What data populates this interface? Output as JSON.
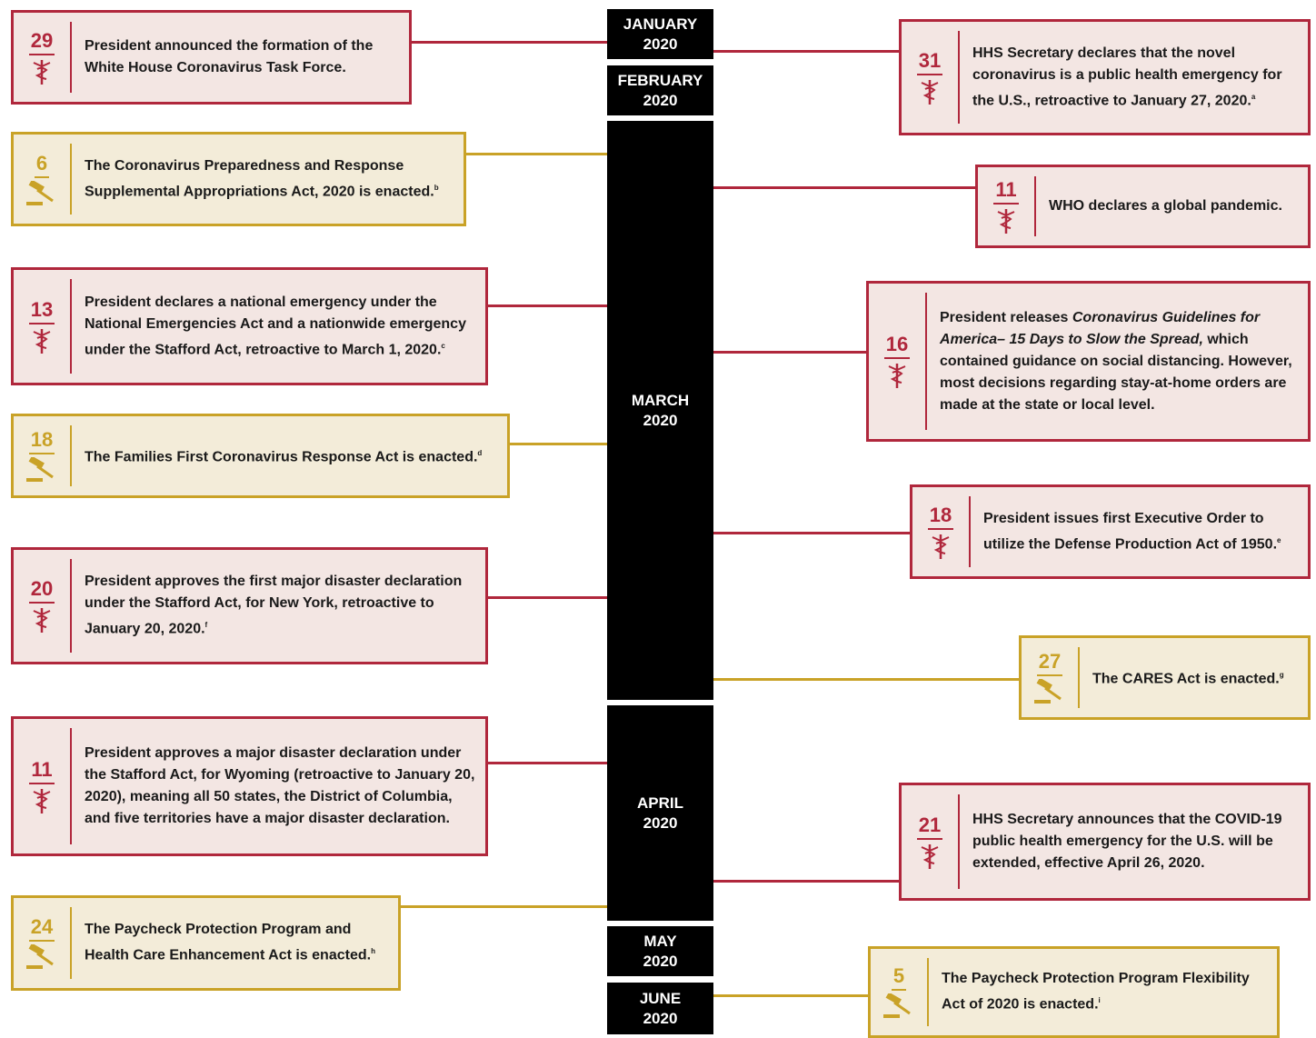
{
  "months": [
    {
      "id": "january",
      "name": "JANUARY",
      "year": "2020"
    },
    {
      "id": "february",
      "name": "FEBRUARY",
      "year": "2020"
    },
    {
      "id": "march",
      "name": "MARCH",
      "year": "2020"
    },
    {
      "id": "april",
      "name": "APRIL",
      "year": "2020"
    },
    {
      "id": "may",
      "name": "MAY",
      "year": "2020"
    },
    {
      "id": "june",
      "name": "JUNE",
      "year": "2020"
    }
  ],
  "events_left": [
    {
      "day": "29",
      "kind": "health",
      "icon": "caduceus-icon",
      "text": "President announced the formation of the White House Coronavirus Task Force."
    },
    {
      "day": "6",
      "kind": "legislation",
      "icon": "gavel-icon",
      "text": "The Coronavirus Preparedness and Response Supplemental Appropriations Act, 2020 is enacted.",
      "note": "b"
    },
    {
      "day": "13",
      "kind": "health",
      "icon": "caduceus-icon",
      "text": "President declares a national emergency under the National Emergencies Act and a nationwide emergency under the Stafford Act, retroactive to March 1, 2020.",
      "note": "c"
    },
    {
      "day": "18",
      "kind": "legislation",
      "icon": "gavel-icon",
      "text": "The Families First Coronavirus Response Act is enacted.",
      "note": "d"
    },
    {
      "day": "20",
      "kind": "health",
      "icon": "caduceus-icon",
      "text": "President approves the first major disaster declaration under the Stafford Act, for New York, retroactive to January 20, 2020.",
      "note": "f"
    },
    {
      "day": "11",
      "kind": "health",
      "icon": "caduceus-icon",
      "text": "President approves a major disaster declaration under the Stafford Act, for Wyoming (retroactive to January 20, 2020), meaning all 50 states, the District of Columbia, and five territories have a major disaster declaration."
    },
    {
      "day": "24",
      "kind": "legislation",
      "icon": "gavel-icon",
      "text": "The Paycheck Protection Program and Health Care Enhancement Act is enacted.",
      "note": "h"
    }
  ],
  "events_right": [
    {
      "day": "31",
      "kind": "health",
      "icon": "caduceus-icon",
      "text": "HHS Secretary declares that the novel coronavirus is a public health emergency for the U.S., retroactive to January 27, 2020.",
      "note": "a"
    },
    {
      "day": "11",
      "kind": "health",
      "icon": "caduceus-icon",
      "text": "WHO declares a global pandemic."
    },
    {
      "day": "16",
      "kind": "health",
      "icon": "caduceus-icon",
      "text_pre": "President releases ",
      "text_italic": "Coronavirus Guidelines for America– 15 Days to Slow the Spread,",
      "text_post": " which contained guidance on social distancing. However, most decisions regarding stay-at-home orders are made at the state or local level."
    },
    {
      "day": "18",
      "kind": "health",
      "icon": "caduceus-icon",
      "text": "President issues first Executive Order to utilize the Defense Production Act of 1950.",
      "note": "e"
    },
    {
      "day": "27",
      "kind": "legislation",
      "icon": "gavel-icon",
      "text": "The CARES Act is enacted.",
      "note": "g"
    },
    {
      "day": "21",
      "kind": "health",
      "icon": "caduceus-icon",
      "text": "HHS Secretary announces that the COVID-19 public health emergency for the U.S. will be extended, effective April 26, 2020."
    },
    {
      "day": "5",
      "kind": "legislation",
      "icon": "gavel-icon",
      "text": "The Paycheck Protection Program Flexibility Act of 2020 is enacted.",
      "note": "i"
    }
  ],
  "colors": {
    "health": "#b0273c",
    "legislation": "#c9a227",
    "timeline": "#000000"
  }
}
